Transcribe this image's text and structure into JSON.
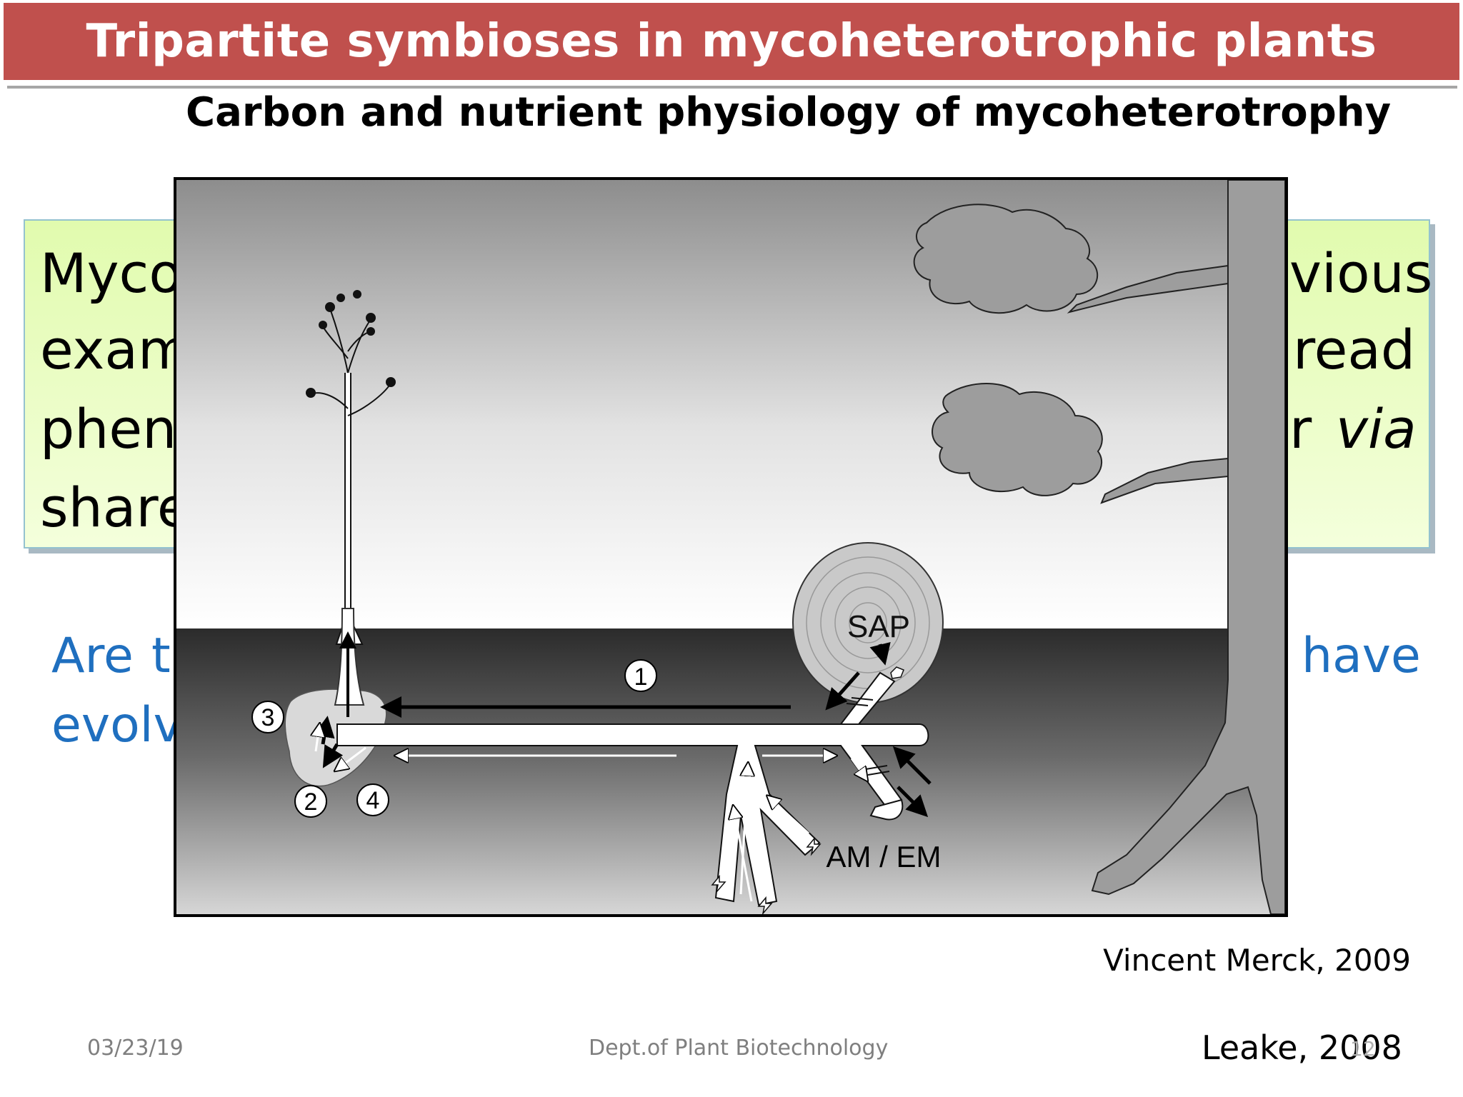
{
  "slide": {
    "title": "Tripartite symbioses in mycoheterotrophic plants",
    "subtitle": "Carbon and nutrient physiology of mycoheterotrophy"
  },
  "background_box": {
    "left_fragments": [
      "Myco",
      "exam",
      "phen",
      "share"
    ],
    "right_fragments": [
      "vious",
      "read",
      "r",
      "via"
    ]
  },
  "question": {
    "left_fragments": [
      "Are",
      "t",
      "evolv"
    ],
    "right_fragments": [
      "have"
    ]
  },
  "figure": {
    "labels": {
      "sap": "SAP",
      "am_em": "AM / EM",
      "n1": "1",
      "n2": "2",
      "n3": "3",
      "n4": "4"
    }
  },
  "credit": "Vincent Merck, 2009",
  "footer": {
    "date": "03/23/19",
    "department": "Dept.of Plant Biotechnology",
    "citation": "Leake, 2008",
    "page_number": "12"
  },
  "colors": {
    "title_bar": "#c0504d",
    "question_text": "#1f6fbf",
    "box_fill": "#e1fbae"
  }
}
